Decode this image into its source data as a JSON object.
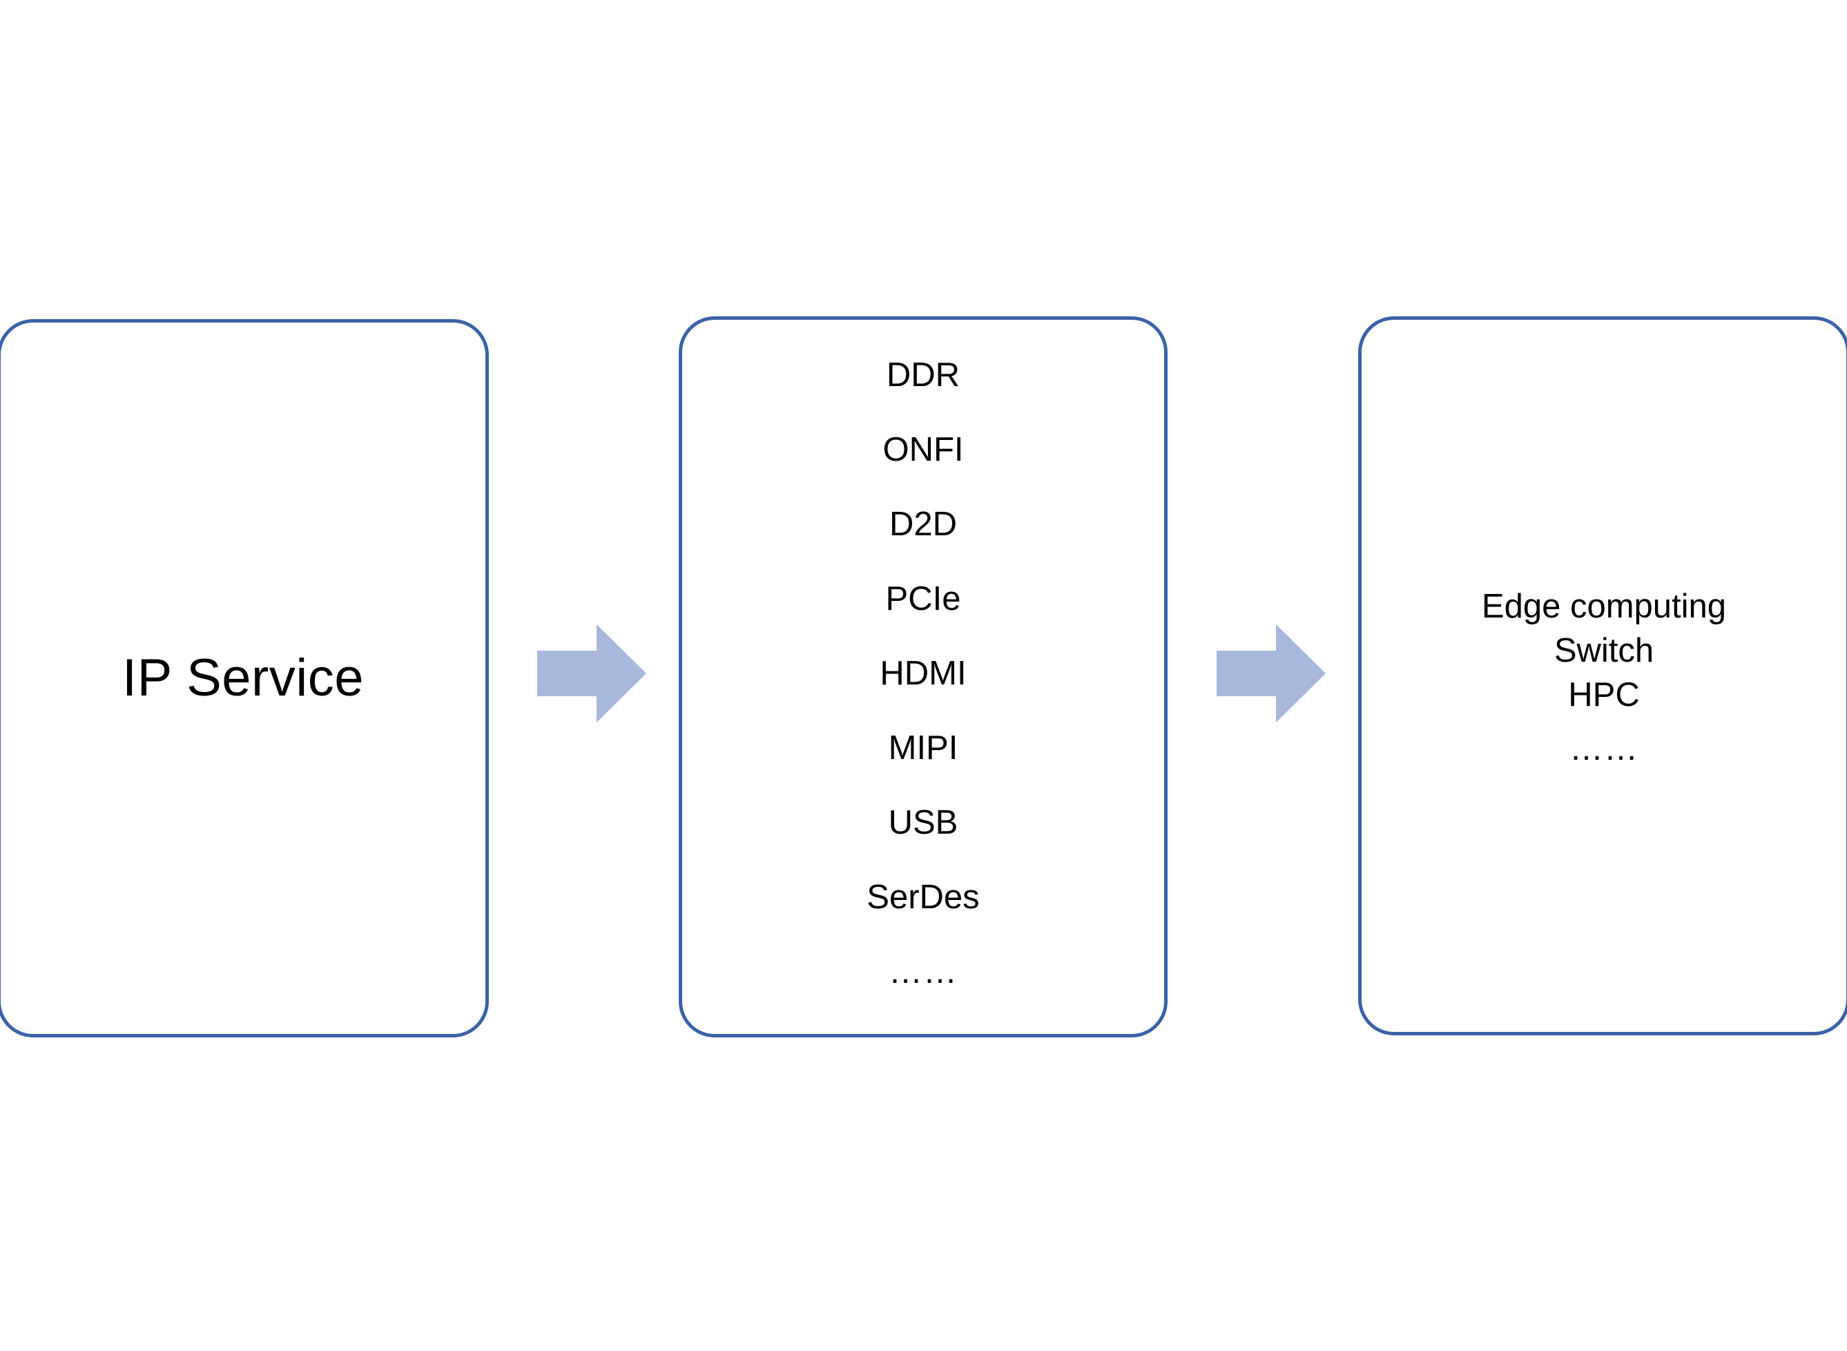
{
  "diagram": {
    "title": "IP Service to protocol IP list to application domains flow",
    "accent_border_color": "#3A62A6",
    "arrow_fill_color": "#A8B8DC",
    "text_color": "#000000",
    "background_color": "#FFFFFF"
  },
  "nodes": {
    "left": {
      "label": "IP Service"
    },
    "middle": {
      "items": [
        "DDR",
        "ONFI",
        "D2D",
        "PCIe",
        "HDMI",
        "MIPI",
        "USB",
        "SerDes",
        "……"
      ]
    },
    "right": {
      "items": [
        "Edge computing",
        "Switch",
        "HPC",
        "……"
      ]
    }
  },
  "connectors": [
    {
      "name": "arrow-left-to-middle",
      "direction": "right"
    },
    {
      "name": "arrow-middle-to-right",
      "direction": "right"
    }
  ]
}
